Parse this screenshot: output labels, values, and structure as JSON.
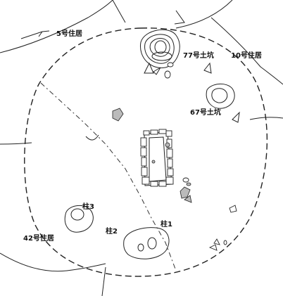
{
  "diagram": {
    "labels": {
      "house_5": "5号住居",
      "pit_77": "77号土坑",
      "house_10": "10号住居",
      "pit_67": "67号土坑",
      "post_3": "柱3",
      "house_42": "42号住居",
      "post_2": "柱2",
      "post_1": "柱1"
    },
    "colors": {
      "line": "#222222",
      "background": "#ffffff",
      "stone_fill": "#bbbbbb"
    }
  }
}
